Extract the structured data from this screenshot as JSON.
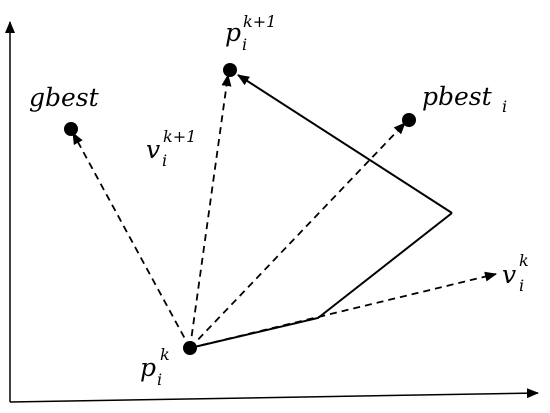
{
  "labels": {
    "gbest": {
      "base": "gbest"
    },
    "p_next": {
      "base": "p",
      "sub": "i",
      "sup": "k+1"
    },
    "pbest": {
      "base": "pbest",
      "sub": "i"
    },
    "v_next": {
      "base": "v",
      "sub": "i",
      "sup": "k+1"
    },
    "v_curr": {
      "base": "v",
      "sub": "i",
      "sup": "k"
    },
    "p_curr": {
      "base": "p",
      "sub": "i",
      "sup": "k"
    }
  },
  "colors": {
    "stroke": "#000000",
    "background": "#ffffff"
  }
}
